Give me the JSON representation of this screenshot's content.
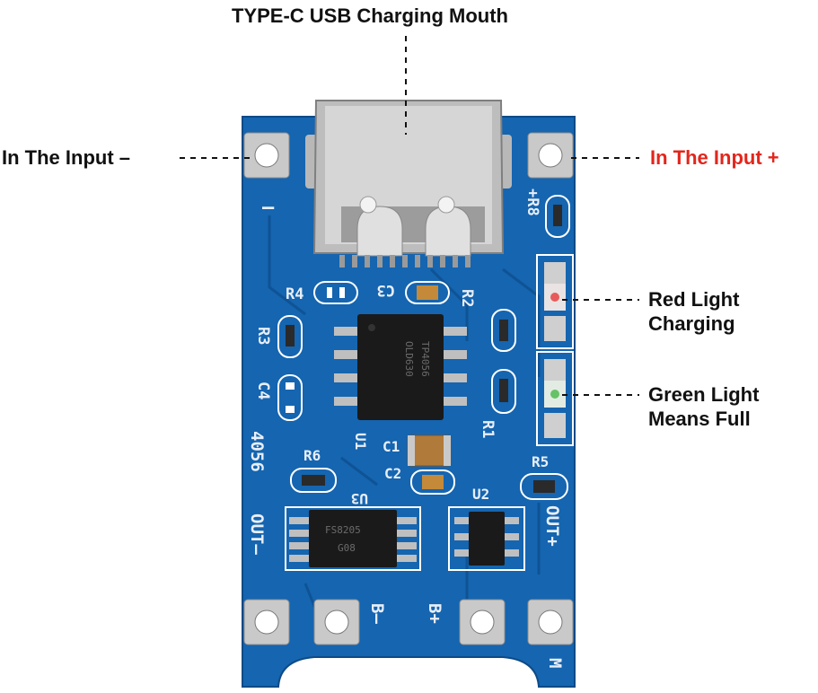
{
  "callouts": {
    "top": "TYPE-C USB Charging Mouth",
    "input_minus": "In The Input –",
    "input_plus": "In The Input +",
    "red_light_line1": "Red Light",
    "red_light_line2": "Charging",
    "green_light_line1": "Green Light",
    "green_light_line2": "Means Full"
  },
  "colors": {
    "pcb": "#1565b0",
    "pcb_dark": "#0e4f8e",
    "callout_red": "#e3261c",
    "callout_black": "#111111"
  },
  "silkscreen": {
    "minus": "–",
    "plus_r8": "+R8",
    "r4": "R4",
    "c3": "C3",
    "r2": "R2",
    "r3": "R3",
    "c4": "C4",
    "r1": "R1",
    "model": "4056",
    "r6": "R6",
    "u1": "U1",
    "c1": "C1",
    "c2": "C2",
    "r5": "R5",
    "u3": "U3",
    "u2": "U2",
    "out_minus": "OUT–",
    "out_plus": "OUT+",
    "b_minus": "B–",
    "b_plus": "B+",
    "m": "M"
  },
  "chips": {
    "main_line1": "TP4056",
    "main_line2": "OLD630",
    "u3_line1": "FS8205",
    "u3_line2": "G08"
  }
}
